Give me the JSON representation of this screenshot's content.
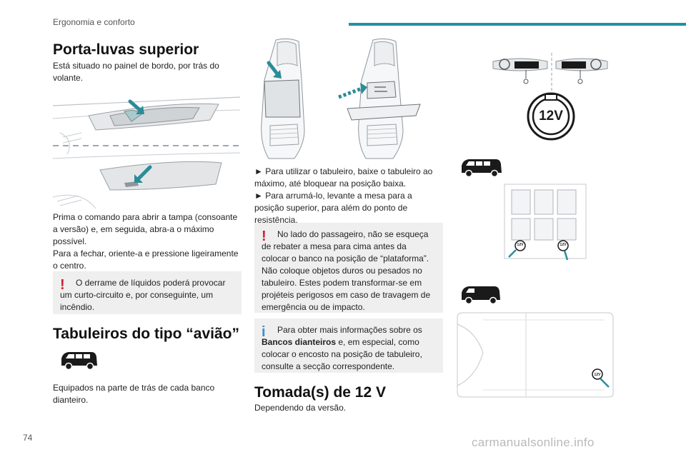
{
  "header": {
    "section": "Ergonomia e conforto",
    "accent": "#1d93a3"
  },
  "page_number": "74",
  "watermark": "carmanualsonline.info",
  "glovebox": {
    "title": "Porta-luvas superior",
    "intro": "Está situado no painel de bordo, por trás do volante.",
    "instructions": "Prima o comando para abrir a tampa (consoante a versão) e, em seguida, abra-a o máximo possível.\nPara a fechar, oriente-a e pressione ligeiramente o centro.",
    "warning": "O derrame de líquidos poderá provocar um curto-circuito e, por conseguinte, um incêndio."
  },
  "trays": {
    "title": "Tabuleiros do tipo “avião”",
    "intro": "Equipados na parte de trás de cada banco dianteiro.",
    "steps": [
      "► Para utilizar o tabuleiro, baixe o tabuleiro ao máximo, até bloquear na posição baixa.",
      "► Para arrumá-lo, levante a mesa para a posição superior, para além do ponto de resistência."
    ],
    "warning": "No lado do passageiro, não se esqueça de rebater a mesa para cima antes da colocar o banco na posição de “plataforma”. Não coloque objetos duros ou pesados no tabuleiro. Estes podem transformar-se em projéteis perigosos em caso de travagem de emergência ou de impacto.",
    "info_before": "Para obter mais informações sobre os",
    "info_bold": "Bancos dianteiros",
    "info_after": " e, em especial, como colocar o encosto na posição de tabuleiro, consulte a secção correspondente."
  },
  "socket": {
    "title": "Tomada(s) de 12 V",
    "intro": "Dependendo da versão.",
    "symbol_label": "12V",
    "small_label": "12V"
  },
  "colors": {
    "warning": "#d0202a",
    "info": "#3a8fd0",
    "teal": "#1d93a3"
  }
}
